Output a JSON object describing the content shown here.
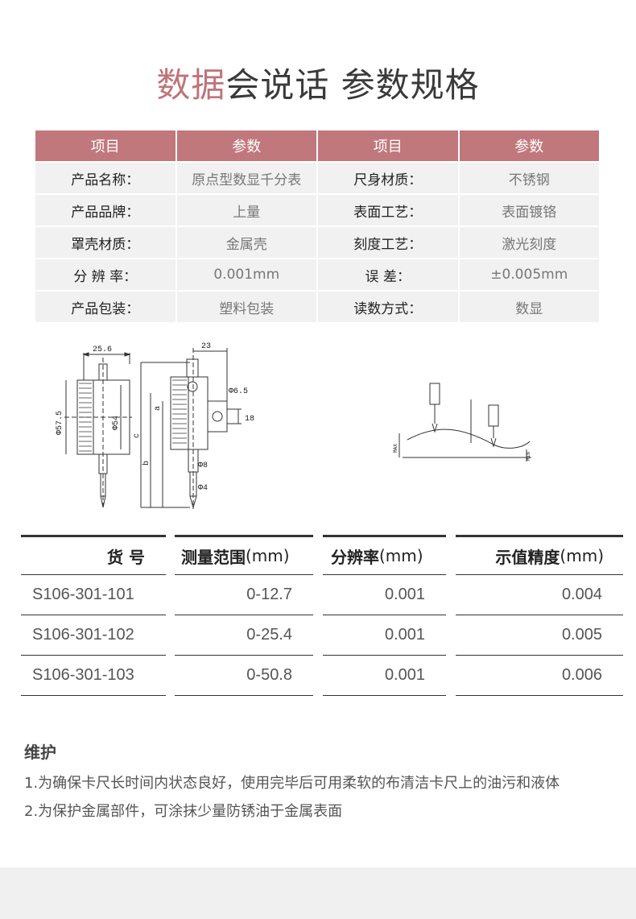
{
  "title": {
    "highlight": "数据",
    "rest": "会说话 参数规格"
  },
  "spec_table": {
    "headers": [
      "项目",
      "参数",
      "项目",
      "参数"
    ],
    "rows": [
      [
        "产品名称：",
        "原点型数显千分表",
        "尺身材质：",
        "不锈钢"
      ],
      [
        "产品品牌：",
        "上量",
        "表面工艺：",
        "表面镀铬"
      ],
      [
        "罩壳材质：",
        "金属壳",
        "刻度工艺：",
        "激光刻度"
      ],
      [
        "分 辨 率：",
        "0.001mm",
        "误      差：",
        "±0.005mm"
      ],
      [
        "产品包装：",
        "塑料包装",
        "读数方式：",
        "数显"
      ]
    ]
  },
  "drawing": {
    "labels": [
      "25.6",
      "23",
      "Φ6.5",
      "18",
      "Φ57.5",
      "Φ54",
      "a",
      "b",
      "c",
      "Φ8",
      "Φ4",
      "MAX",
      "MIN"
    ]
  },
  "models_table": {
    "headers": [
      {
        "bold": "货 号",
        "unit": ""
      },
      {
        "bold": "测量范围",
        "unit": "(mm)"
      },
      {
        "bold": "分辨率",
        "unit": "(mm)"
      },
      {
        "bold": "示值精度",
        "unit": "(mm)"
      }
    ],
    "rows": [
      [
        "S106-301-101",
        "0-12.7",
        "0.001",
        "0.004"
      ],
      [
        "S106-301-102",
        "0-25.4",
        "0.001",
        "0.005"
      ],
      [
        "S106-301-103",
        "0-50.8",
        "0.001",
        "0.006"
      ]
    ]
  },
  "maintenance": {
    "title": "维护",
    "lines": [
      "1.为确保卡尺长时间内状态良好，使用完毕后可用柔软的布清洁卡尺上的油污和液体",
      "2.为保护金属部件，可涂抹少量防锈油于金属表面"
    ]
  }
}
